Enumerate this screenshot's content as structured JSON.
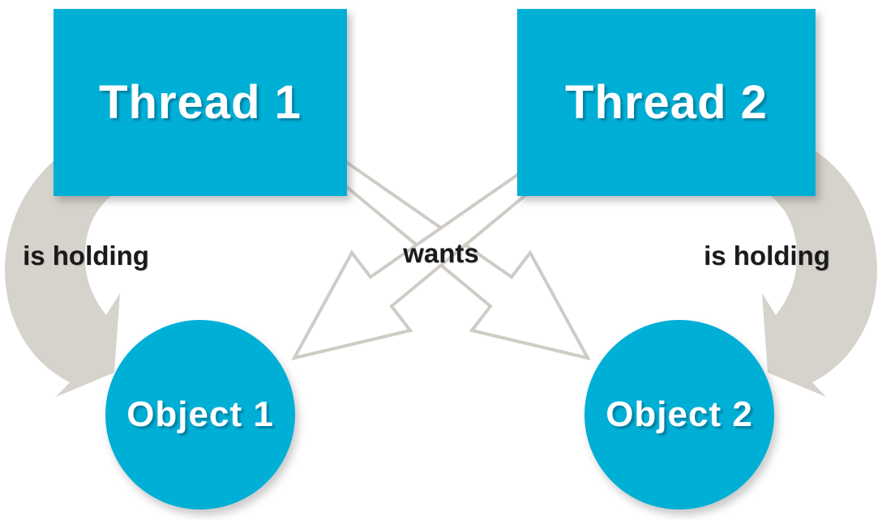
{
  "diagram": {
    "type": "deadlock-diagram",
    "nodes": [
      {
        "id": "thread1",
        "label": "Thread 1",
        "shape": "rectangle"
      },
      {
        "id": "thread2",
        "label": "Thread 2",
        "shape": "rectangle"
      },
      {
        "id": "object1",
        "label": "Object 1",
        "shape": "circle"
      },
      {
        "id": "object2",
        "label": "Object 2",
        "shape": "circle"
      }
    ],
    "edges": [
      {
        "from": "thread1",
        "to": "object1",
        "label": "is holding",
        "style": "thick-gray-curved-arrow"
      },
      {
        "from": "thread2",
        "to": "object2",
        "label": "is holding",
        "style": "thick-gray-curved-arrow"
      },
      {
        "from": "thread1",
        "to": "object2",
        "label": "wants",
        "style": "white-outlined-straight-arrow"
      },
      {
        "from": "thread2",
        "to": "object1",
        "label": "wants",
        "style": "white-outlined-straight-arrow"
      }
    ],
    "colors": {
      "node_fill": "#00AFD6",
      "node_text": "#FFFFFF",
      "arc_gray": "#D6D2CC",
      "arrow_fill": "#FFFFFF",
      "arrow_outline": "#CFCBC5",
      "label_text": "#1A1A1A",
      "background": "#FFFFFF"
    }
  }
}
